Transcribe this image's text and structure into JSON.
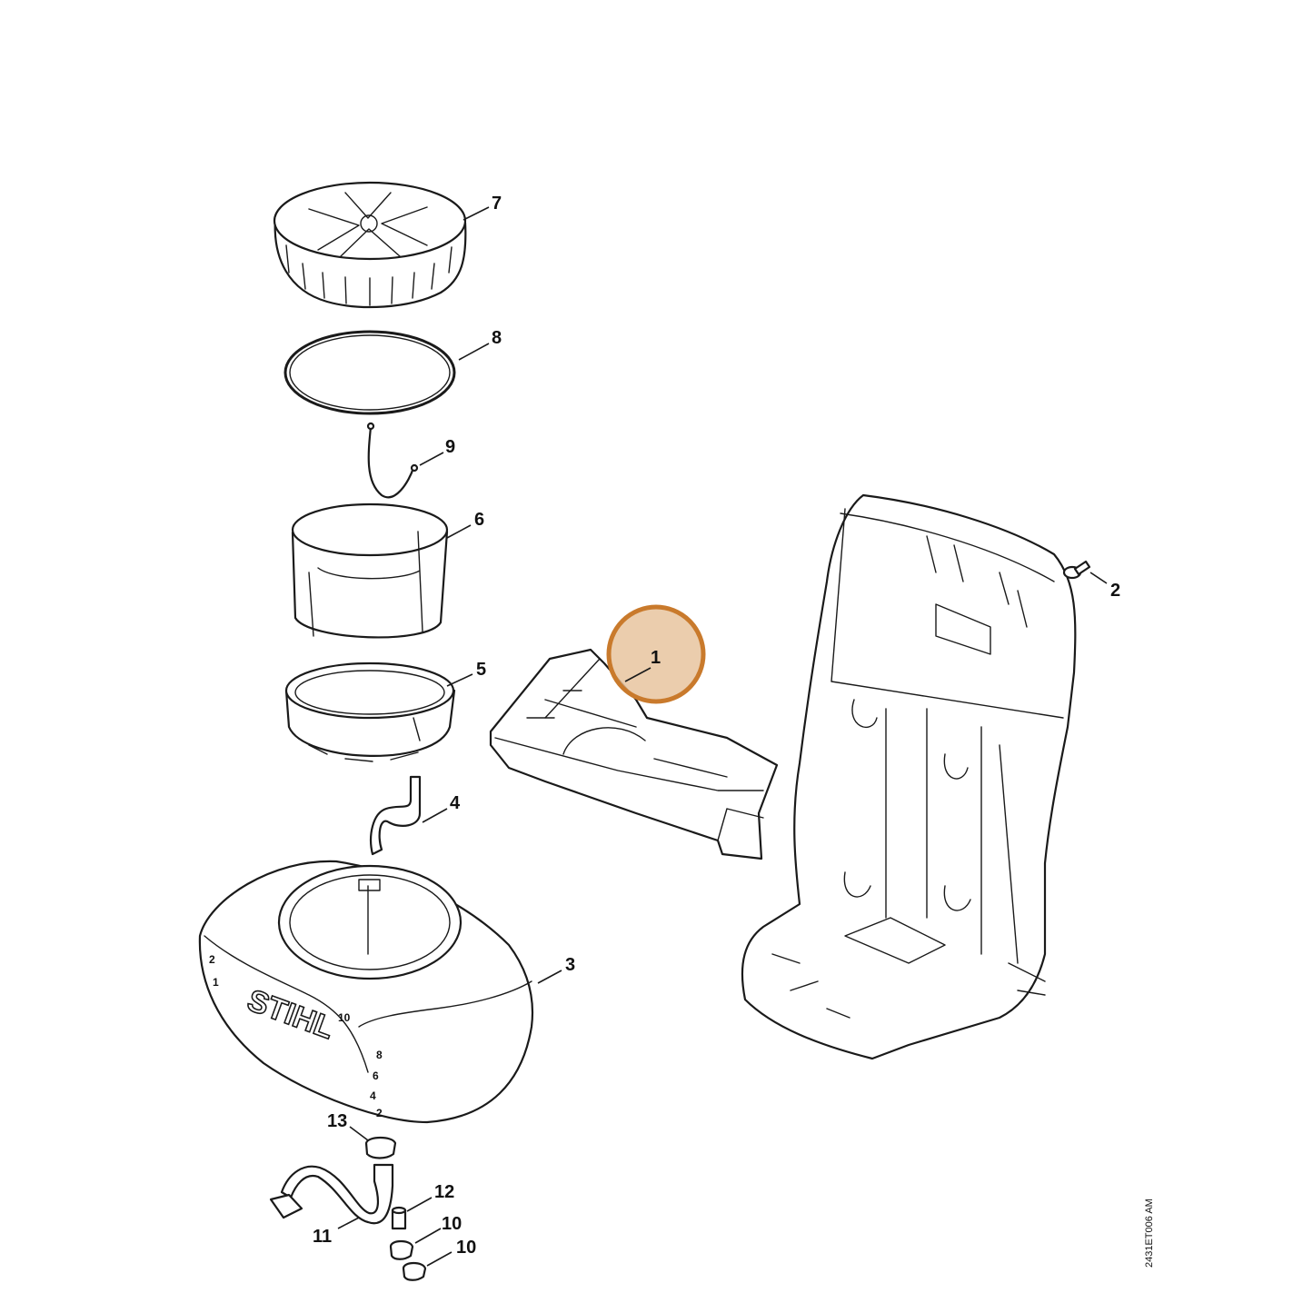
{
  "highlight": {
    "color": "#c97a2c",
    "fill": "#e8c49f",
    "part_number": "1"
  },
  "brand_text": "STIHL",
  "tank_scale": [
    "10",
    "8",
    "6",
    "4",
    "2"
  ],
  "tank_side_scale": [
    "2",
    "1"
  ],
  "document_id": "2431ET006 AM",
  "callouts": [
    "1",
    "2",
    "3",
    "4",
    "5",
    "6",
    "7",
    "8",
    "9",
    "10",
    "10",
    "11",
    "12",
    "13"
  ],
  "parts": [
    "cap",
    "o-ring",
    "wire",
    "strainer",
    "ring",
    "hose",
    "tank",
    "hose-clip",
    "hose-assembly",
    "fitting",
    "clamp",
    "clamp",
    "support",
    "carrier-frame",
    "screw"
  ]
}
